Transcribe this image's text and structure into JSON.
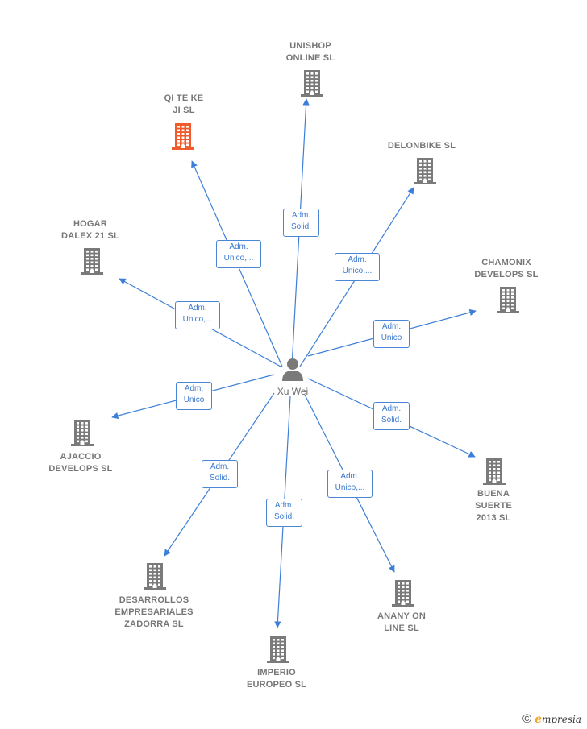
{
  "center": {
    "name": "Xu Wei"
  },
  "colors": {
    "edge": "#3d7fd8",
    "building": "#7a7a7a",
    "highlight": "#f15a2b",
    "person": "#7a7a7a"
  },
  "companies": [
    {
      "id": "unishop",
      "label": "UNISHOP\nONLINE  SL",
      "highlight": false,
      "edge_label": "Adm.\nSolid."
    },
    {
      "id": "qiteke",
      "label": "QI TE KE\nJI  SL",
      "highlight": true,
      "edge_label": "Adm.\nUnico,..."
    },
    {
      "id": "delonbike",
      "label": "DELONBIKE  SL",
      "highlight": false,
      "edge_label": "Adm.\nUnico,..."
    },
    {
      "id": "hogar",
      "label": "HOGAR\nDALEX 21  SL",
      "highlight": false,
      "edge_label": "Adm.\nUnico,..."
    },
    {
      "id": "chamonix",
      "label": "CHAMONIX\nDEVELOPS SL",
      "highlight": false,
      "edge_label": "Adm.\nUnico"
    },
    {
      "id": "ajaccio",
      "label": "AJACCIO\nDEVELOPS SL",
      "highlight": false,
      "edge_label": "Adm.\nUnico"
    },
    {
      "id": "buena",
      "label": "BUENA\nSUERTE\n2013 SL",
      "highlight": false,
      "edge_label": "Adm.\nSolid."
    },
    {
      "id": "desarrollos",
      "label": "DESARROLLOS\nEMPRESARIALES\nZADORRA SL",
      "highlight": false,
      "edge_label": "Adm.\nSolid."
    },
    {
      "id": "anany",
      "label": "ANANY ON\nLINE  SL",
      "highlight": false,
      "edge_label": "Adm.\nUnico,..."
    },
    {
      "id": "imperio",
      "label": "IMPERIO\nEUROPEO  SL",
      "highlight": false,
      "edge_label": "Adm.\nSolid."
    }
  ],
  "footer": {
    "copyright": "©",
    "brand_first": "e",
    "brand_rest": "mpresia"
  }
}
